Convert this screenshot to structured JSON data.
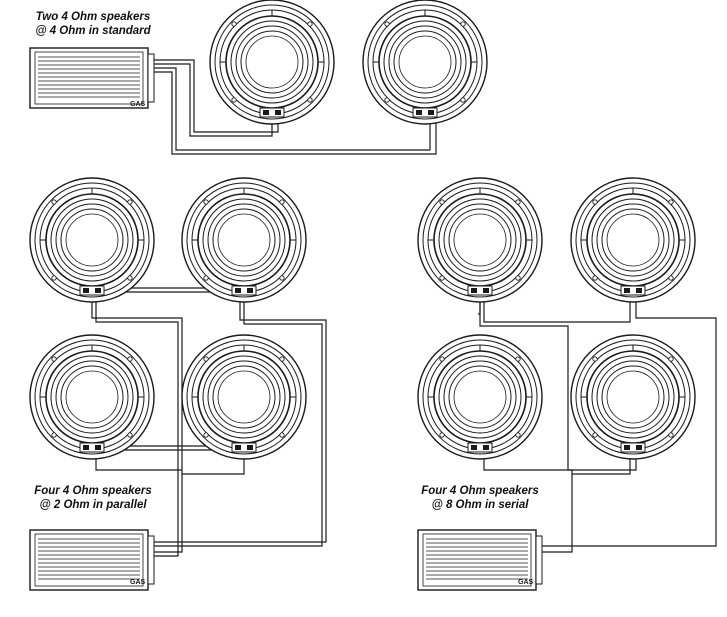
{
  "diagram": {
    "captions": {
      "standard": {
        "line1": "Two 4 Ohm speakers",
        "line2": "@ 4 Ohm in standard"
      },
      "parallel": {
        "line1": "Four 4 Ohm speakers",
        "line2": "@ 2 Ohm in parallel"
      },
      "serial": {
        "line1": "Four 4 Ohm speakers",
        "line2": "@ 8 Ohm in serial"
      }
    },
    "amplifier_logo": "GAS",
    "colors": {
      "line": "#1a1a1a",
      "fill": "#ffffff"
    },
    "icons": [
      "subwoofer-icon",
      "amplifier-icon",
      "wire-icon"
    ]
  }
}
